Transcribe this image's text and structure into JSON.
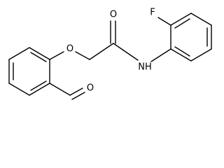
{
  "molecule": {
    "atoms": {
      "fluorine": "F",
      "carbonyl_oxygen": "O",
      "amide_nitrogen": "NH",
      "ether_oxygen": "O",
      "aldehyde_oxygen": "O"
    }
  },
  "colors": {
    "background": "#ffffff",
    "bond": "#000000",
    "label": "#000000"
  }
}
